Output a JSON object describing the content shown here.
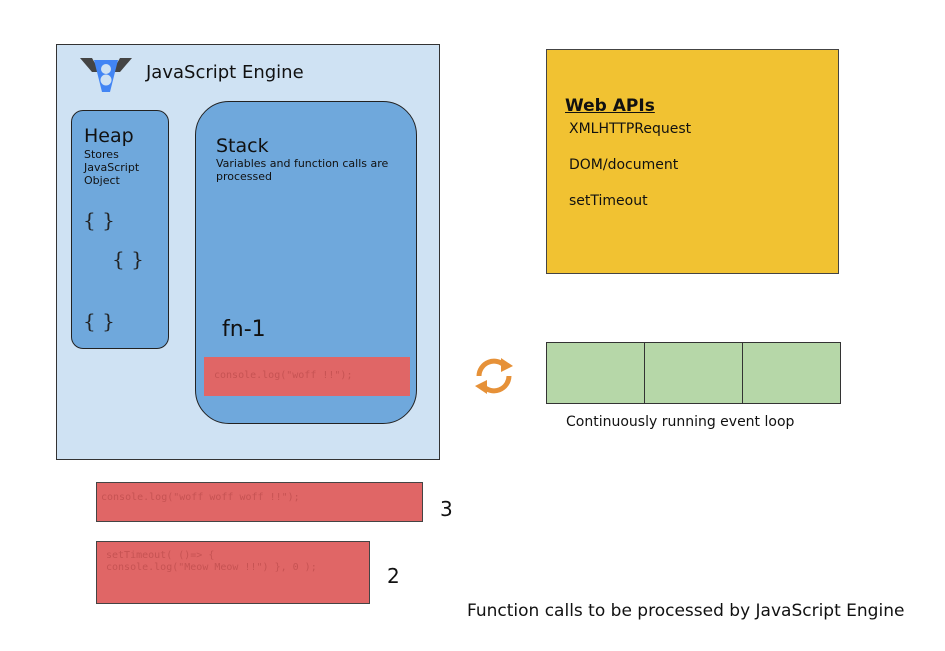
{
  "engine": {
    "title": "JavaScript Engine",
    "logo_icon": "v8-logo-icon",
    "heap": {
      "title": "Heap",
      "description": "Stores JavaScript Object",
      "braces": [
        "{   }",
        "{   }",
        "{   }"
      ]
    },
    "stack": {
      "title": "Stack",
      "description": "Variables and function calls are processed",
      "frame_label": "fn-1",
      "frame_code": "console.log(\"woff !!\");"
    }
  },
  "web_apis": {
    "title": "Web APIs",
    "items": [
      "XMLHTTPRequest",
      "DOM/document",
      "setTimeout"
    ]
  },
  "event_loop": {
    "icon": "refresh-cycle-icon",
    "caption": "Continuously running event loop",
    "slots": 3
  },
  "call_queue": [
    {
      "code": "console.log(\"woff woff woff !!\");",
      "number": "3"
    },
    {
      "code": "setTimeout( ()=> {\nconsole.log(\"Meow Meow !!\") }, 0 );",
      "number": "2"
    }
  ],
  "footer_caption": "Function calls to be processed by JavaScript Engine",
  "colors": {
    "engine_bg": "#cfe2f3",
    "container_blue": "#6fa8dc",
    "web_apis_bg": "#f1c232",
    "queue_green": "#b6d7a8",
    "code_red": "#e06666",
    "loop_orange": "#e69138"
  }
}
